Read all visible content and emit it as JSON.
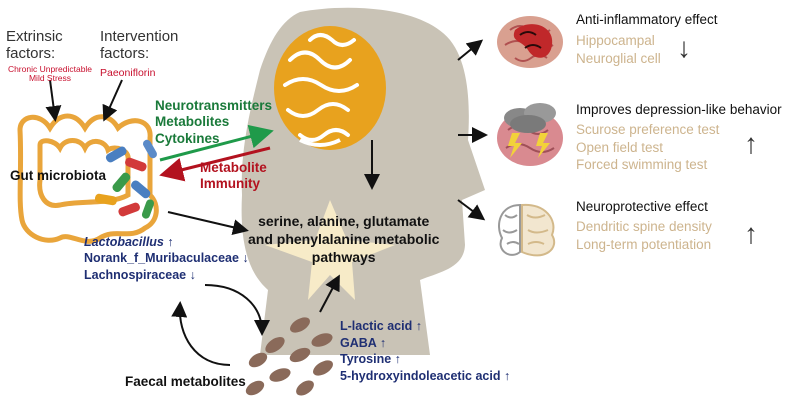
{
  "factors": {
    "extrinsic_label": "Extrinsic factors:",
    "extrinsic_detail": "Chronic Unpredictable Mild Stress",
    "intervention_label": "Intervention factors:",
    "intervention_detail": "Paeoniflorin"
  },
  "gut": {
    "label": "Gut microbiota"
  },
  "gut_to_brain": [
    "Neurotransmitters",
    "Metabolites",
    "Cytokines"
  ],
  "brain_to_gut": [
    "Metabolite",
    "Immunity"
  ],
  "center_pathways": [
    "serine, alanine, glutamate",
    "and phenylalanine metabolic",
    "pathways"
  ],
  "bacteria": [
    {
      "name": "Lactobacillus",
      "change": "↑",
      "italic": true
    },
    {
      "name": "Norank_f_Muribaculaceae",
      "change": "↓",
      "italic": false
    },
    {
      "name": "Lachnospiraceae",
      "change": "↓",
      "italic": false
    }
  ],
  "faecal": {
    "label": "Faecal metabolites"
  },
  "metabolites": [
    {
      "name": "L-lactic acid",
      "change": "↑"
    },
    {
      "name": "GABA",
      "change": "↑"
    },
    {
      "name": "Tyrosine",
      "change": "↑"
    },
    {
      "name": "5-hydroxyindoleacetic acid",
      "change": "↑"
    }
  ],
  "effects": [
    {
      "title": "Anti-inflammatory effect",
      "items": [
        "Hippocampal",
        "Neuroglial cell"
      ],
      "direction": "↓"
    },
    {
      "title": "Improves depression-like behavior",
      "items": [
        "Scurose preference test",
        "Open field test",
        "Forced swimming test"
      ],
      "direction": "↑"
    },
    {
      "title": "Neuroprotective effect",
      "items": [
        "Dendritic spine density",
        "Long-term potentiation"
      ],
      "direction": "↑"
    }
  ],
  "colors": {
    "head": "#c9c3b6",
    "brain": "#e8a21e",
    "intestine": "#e9a53b",
    "green_arrow": "#1f9a4a",
    "red_arrow": "#b3121f",
    "navy": "#1f2f73",
    "effect_gray": "#cdb48e",
    "feces": "#8a6a5a"
  }
}
